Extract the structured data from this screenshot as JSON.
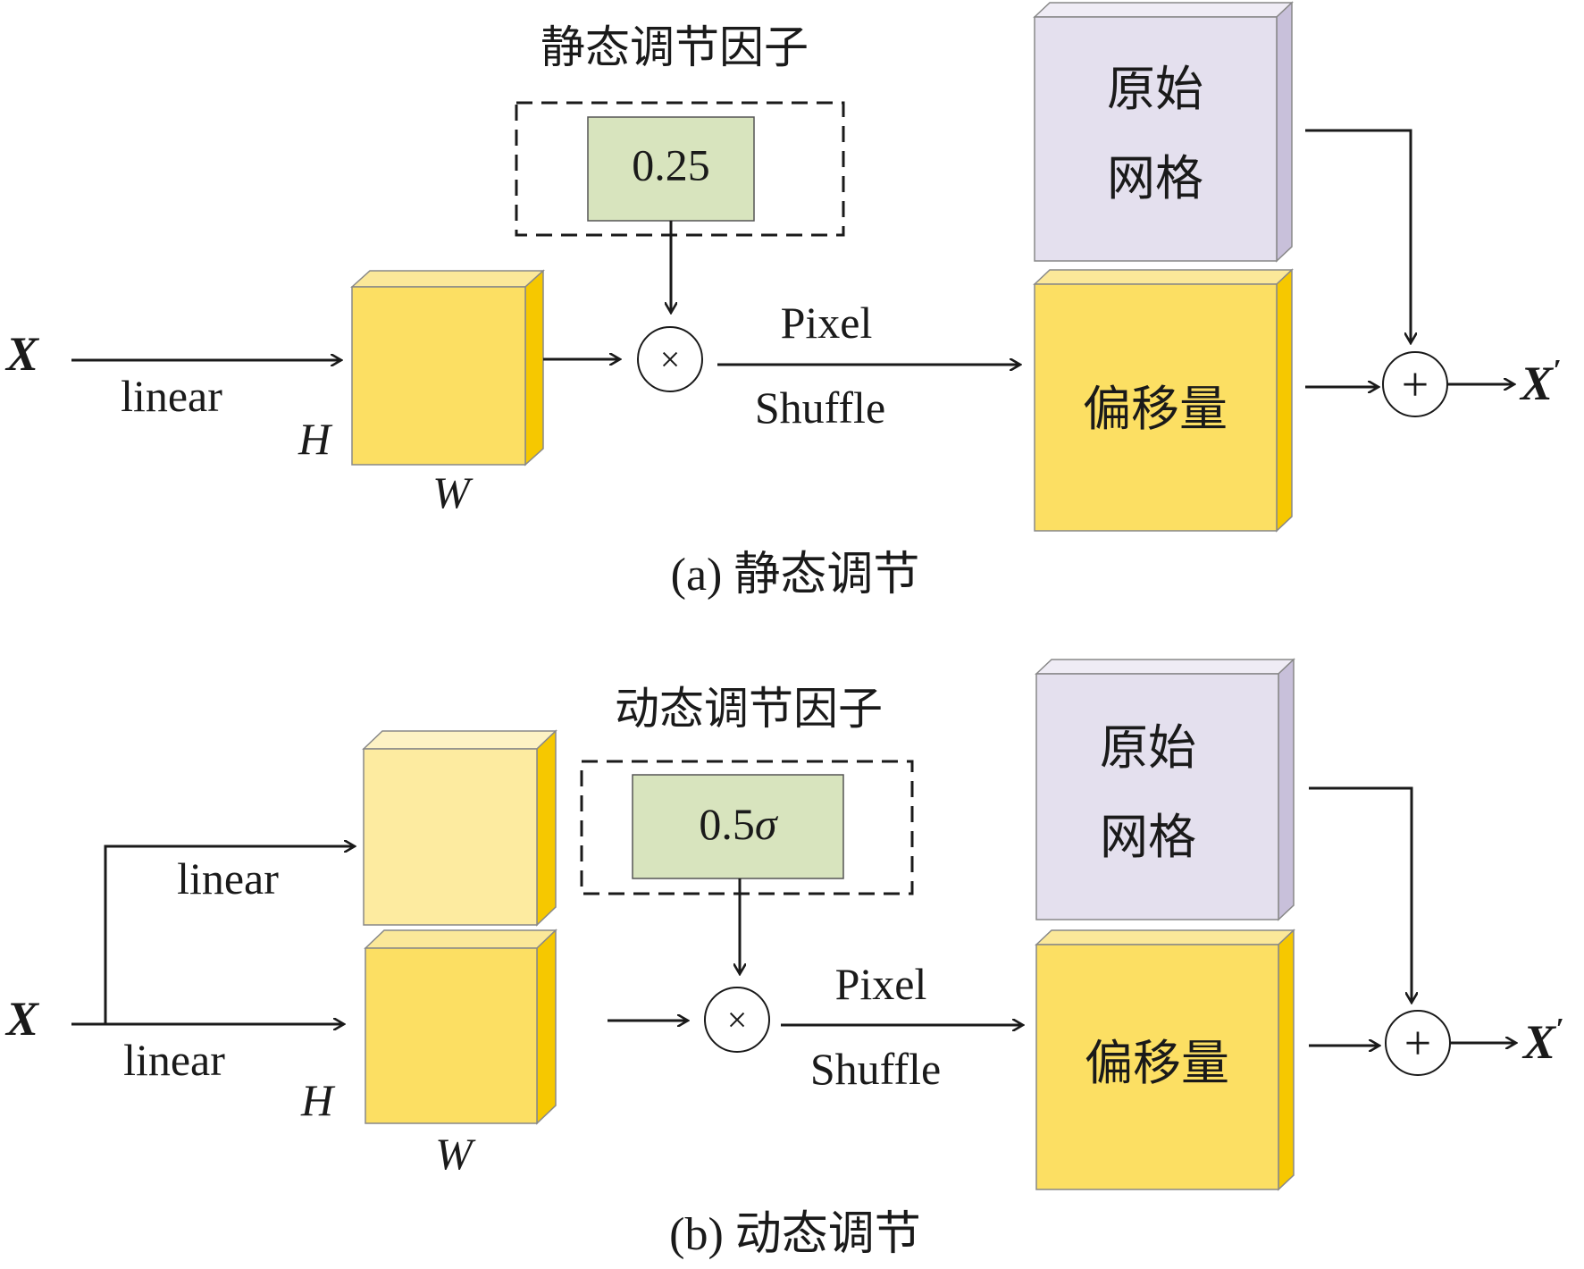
{
  "panel_a": {
    "factor_title": "静态调节因子",
    "factor_value": "0.25",
    "input": "X",
    "linear": "linear",
    "dim_h": "H",
    "dim_w": "W",
    "op_times": "×",
    "pixel": "Pixel",
    "shuffle": "Shuffle",
    "grid_line1": "原始",
    "grid_line2": "网格",
    "offset": "偏移量",
    "op_plus": "+",
    "output_base": "X",
    "output_prime": "′",
    "caption": "(a) 静态调节"
  },
  "panel_b": {
    "factor_title": "动态调节因子",
    "factor_value_num": "0.5",
    "factor_value_sym": "σ",
    "input": "X",
    "linear_top": "linear",
    "linear_bottom": "linear",
    "dim_h": "H",
    "dim_w": "W",
    "op_times": "×",
    "pixel": "Pixel",
    "shuffle": "Shuffle",
    "grid_line1": "原始",
    "grid_line2": "网格",
    "offset": "偏移量",
    "op_plus": "+",
    "output_base": "X",
    "output_prime": "′",
    "caption": "(b) 动态调节"
  },
  "colors": {
    "cube_yellow": "#FCDF63",
    "cube_yellow_top": "#FBE899",
    "cube_yellow_side": "#F6C800",
    "cube_light": "#FDEBA0",
    "cube_light_top": "#FDF2C4",
    "grid_lavender": "#E4E0EE",
    "grid_lavender_top": "#EFECF5",
    "grid_lavender_side": "#C8C0DA",
    "factor_green": "#D8E4BE",
    "line": "#1a1a1a"
  }
}
